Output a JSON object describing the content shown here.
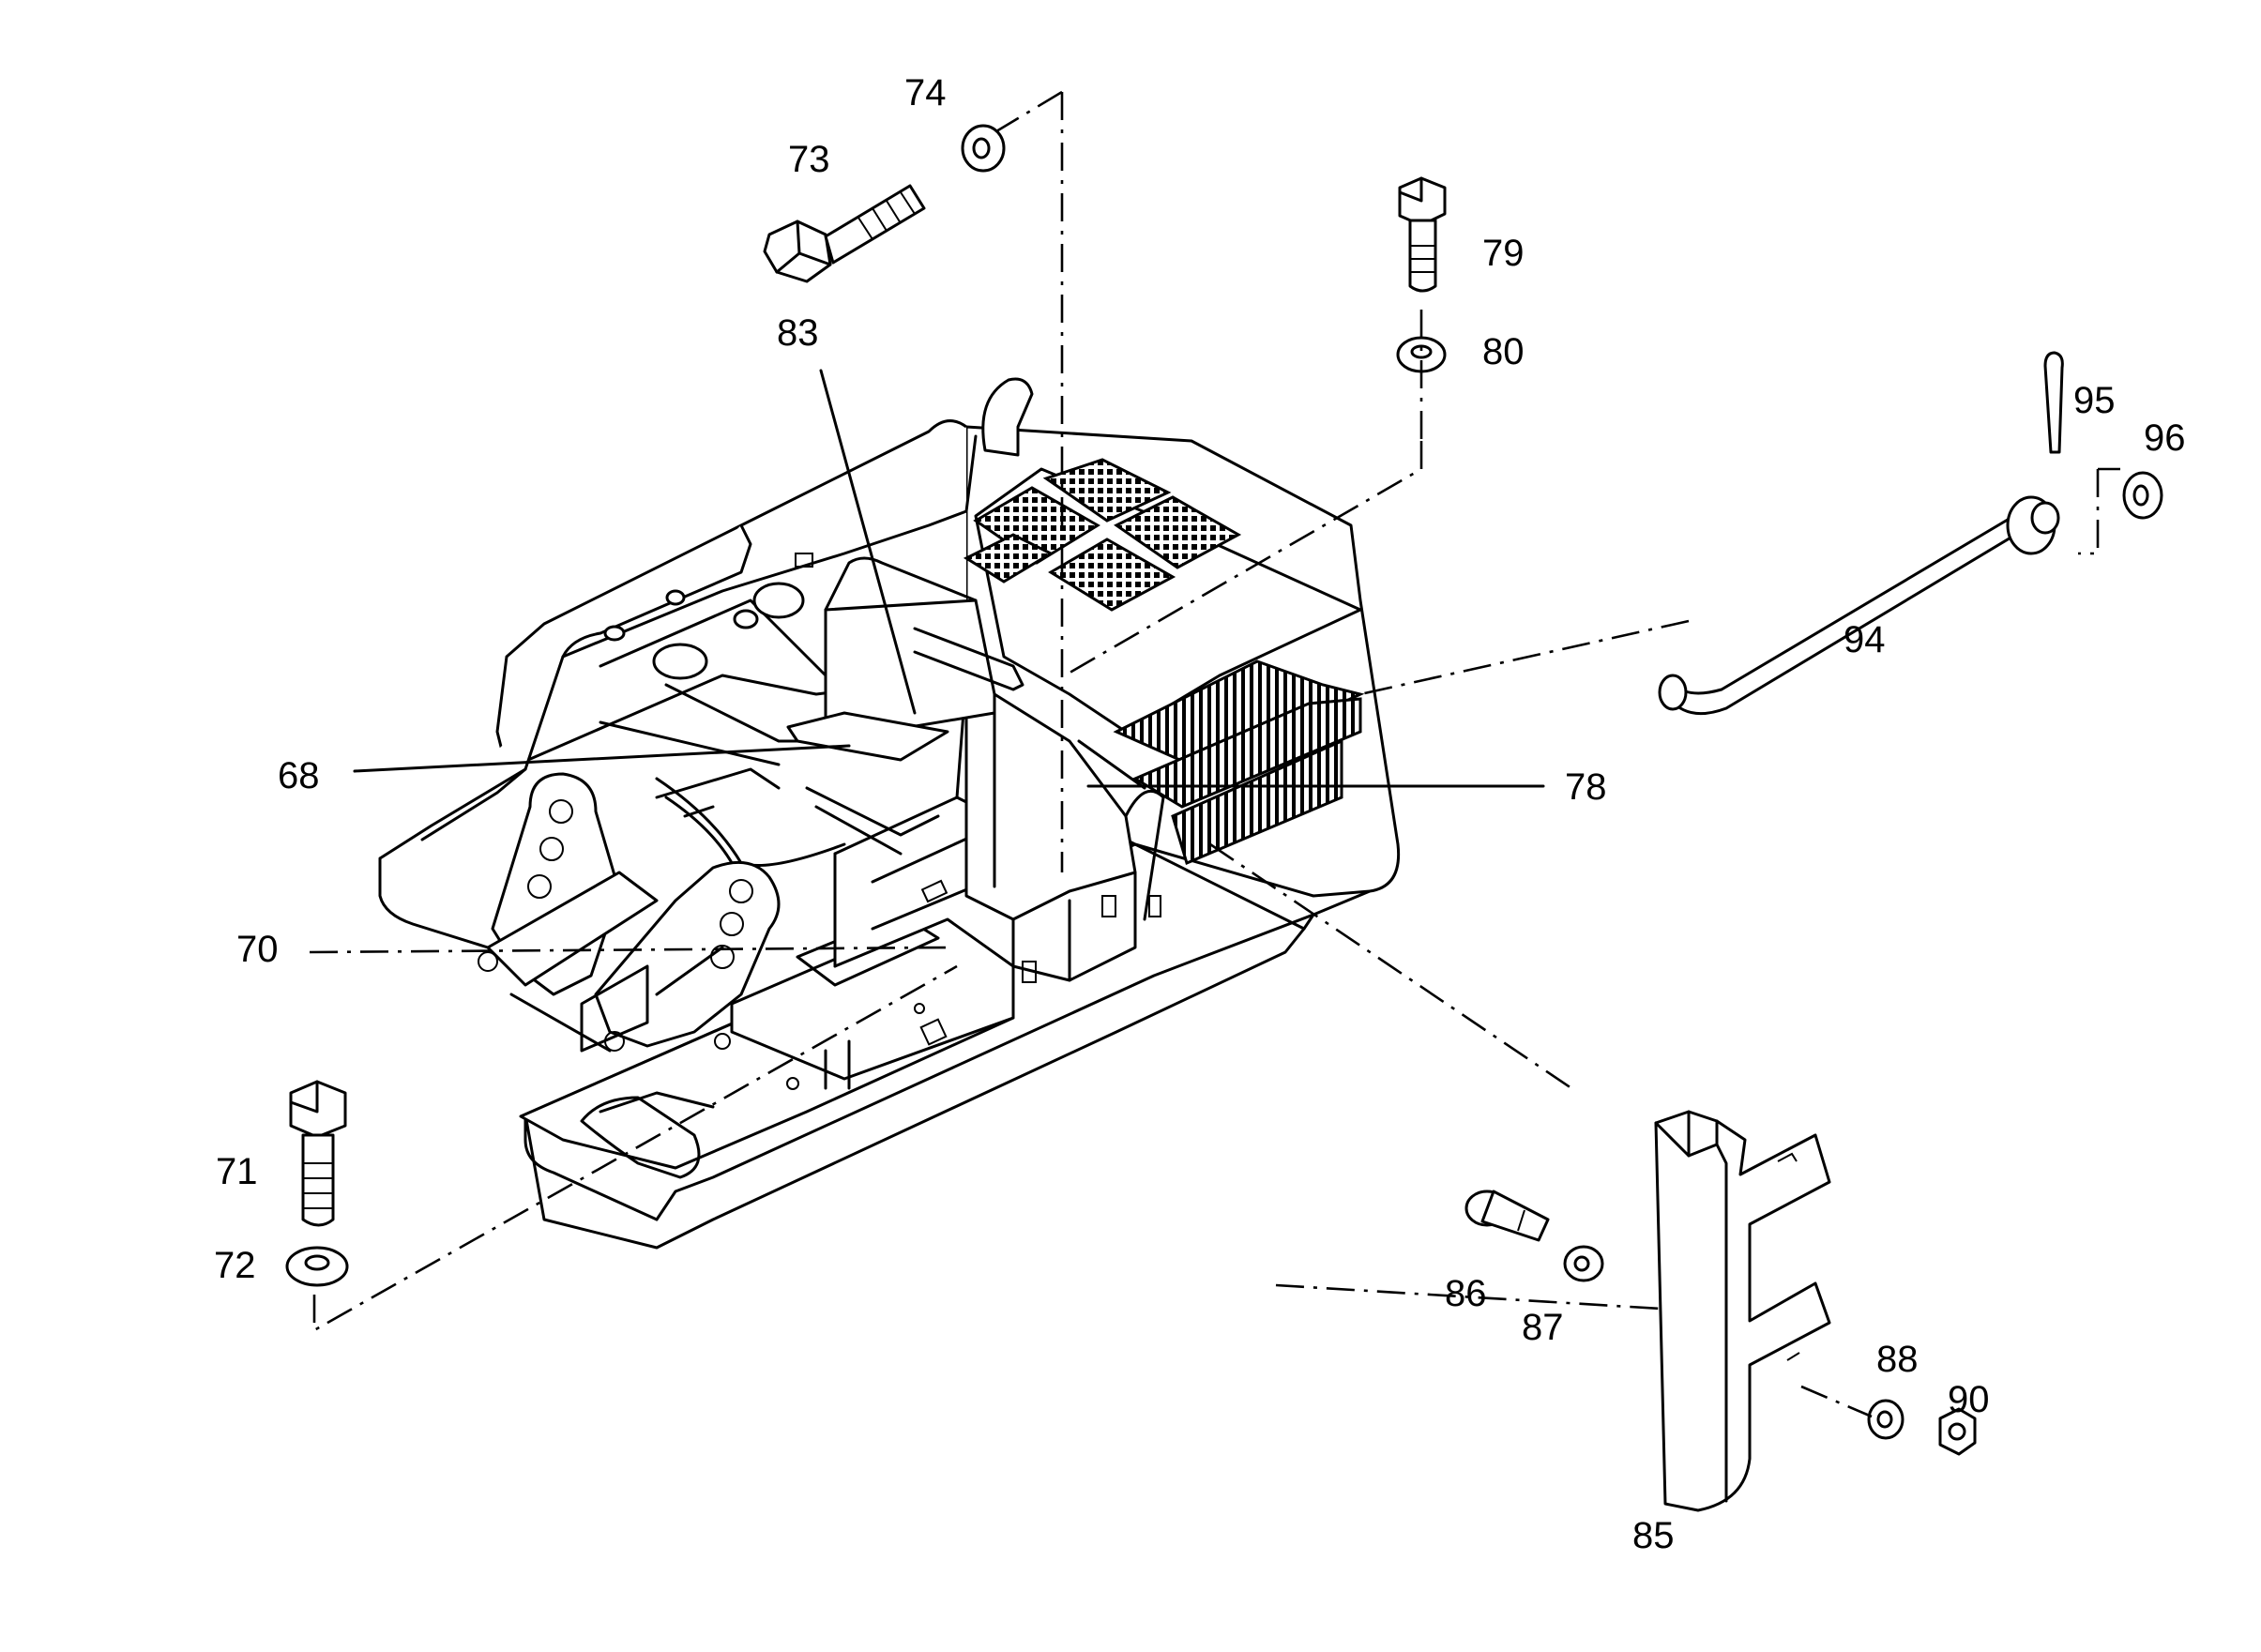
{
  "labels": {
    "l68": "68",
    "l70": "70",
    "l71": "71",
    "l72": "72",
    "l73": "73",
    "l74": "74",
    "l78": "78",
    "l79": "79",
    "l80": "80",
    "l83": "83",
    "l85": "85",
    "l86": "86",
    "l87": "87",
    "l88": "88",
    "l90": "90",
    "l94": "94",
    "l95": "95",
    "l96": "96"
  }
}
